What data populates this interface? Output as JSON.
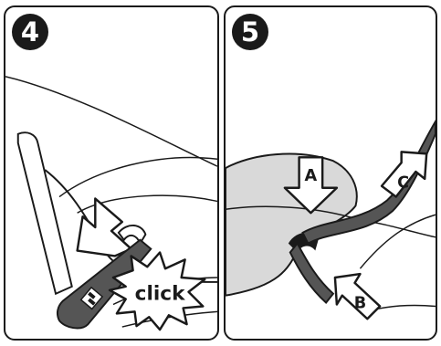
{
  "panels": [
    {
      "step": "4",
      "callout": "click"
    },
    {
      "step": "5",
      "labels": {
        "a": "A",
        "b": "B",
        "c": "C"
      }
    }
  ],
  "colors": {
    "outline": "#1a1a1a",
    "buckle_shaded": "#555555",
    "seat_shaded": "#d9d9d9"
  }
}
